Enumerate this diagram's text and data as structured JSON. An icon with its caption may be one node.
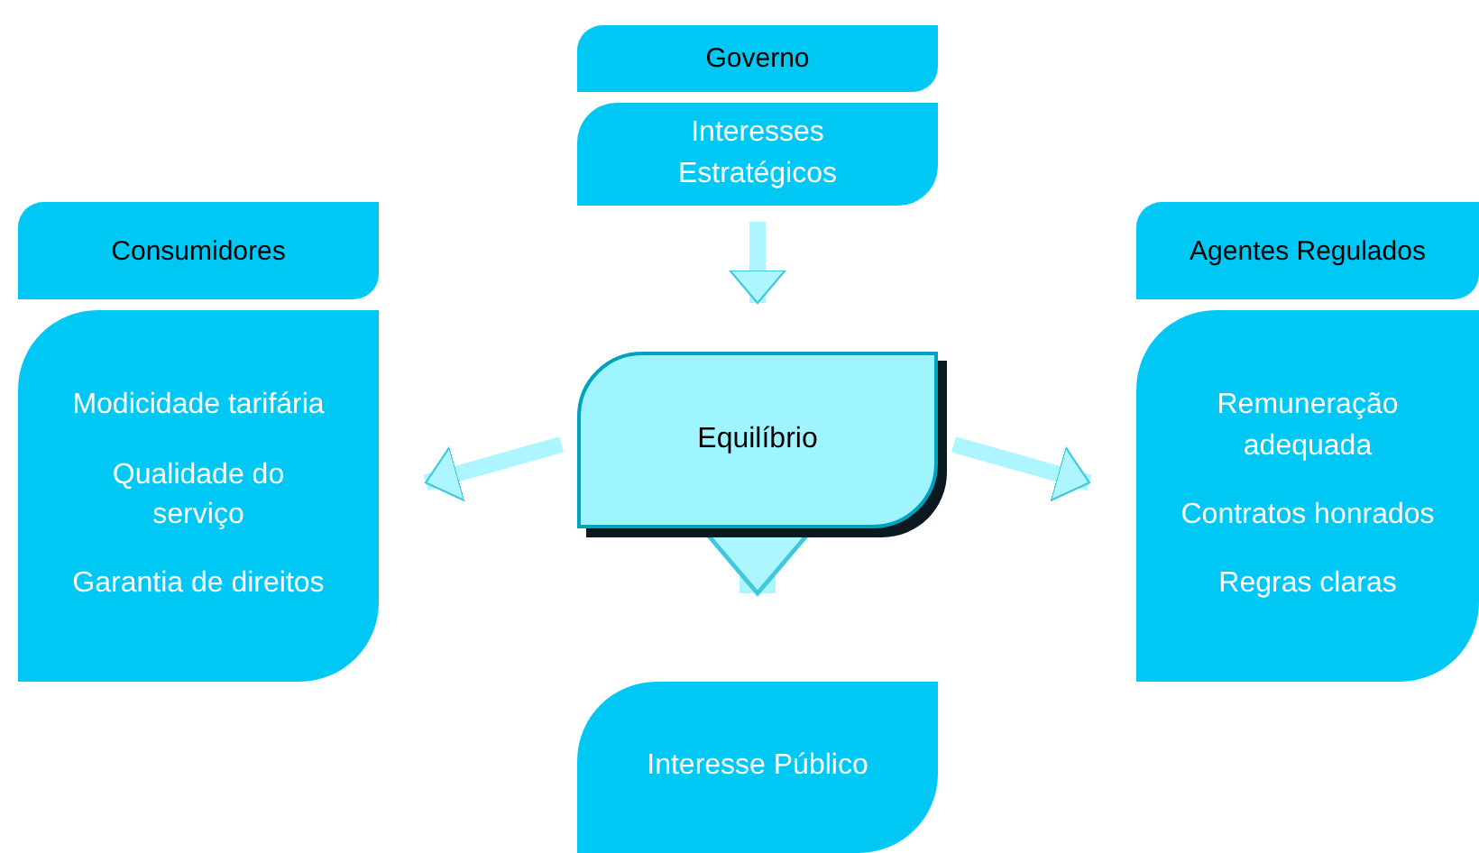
{
  "diagram": {
    "nodes": [
      {
        "text": [
          "Governo"
        ]
      },
      {
        "text": [
          "Interesses Estratégicos"
        ]
      },
      {
        "text": [
          "Consumidores"
        ]
      },
      {
        "text": [
          "Modicidade tarifária",
          "Qualidade do serviço",
          "Garantia de direitos"
        ]
      },
      {
        "text": [
          "Equilíbrio"
        ]
      },
      {
        "text": [
          "Agentes Regulados"
        ]
      },
      {
        "text": [
          "Remuneração adequada",
          "Contratos honrados",
          "Regras claras"
        ]
      },
      {
        "text": [
          "Interesse Público"
        ]
      }
    ],
    "edges": [
      {
        "from": 1,
        "to": 4,
        "arrow": "to"
      },
      {
        "from": 4,
        "to": 3,
        "arrow": "to"
      },
      {
        "from": 4,
        "to": 6,
        "arrow": "to"
      },
      {
        "from": 4,
        "to": 7,
        "arrow": "to",
        "style": "thick"
      }
    ]
  }
}
